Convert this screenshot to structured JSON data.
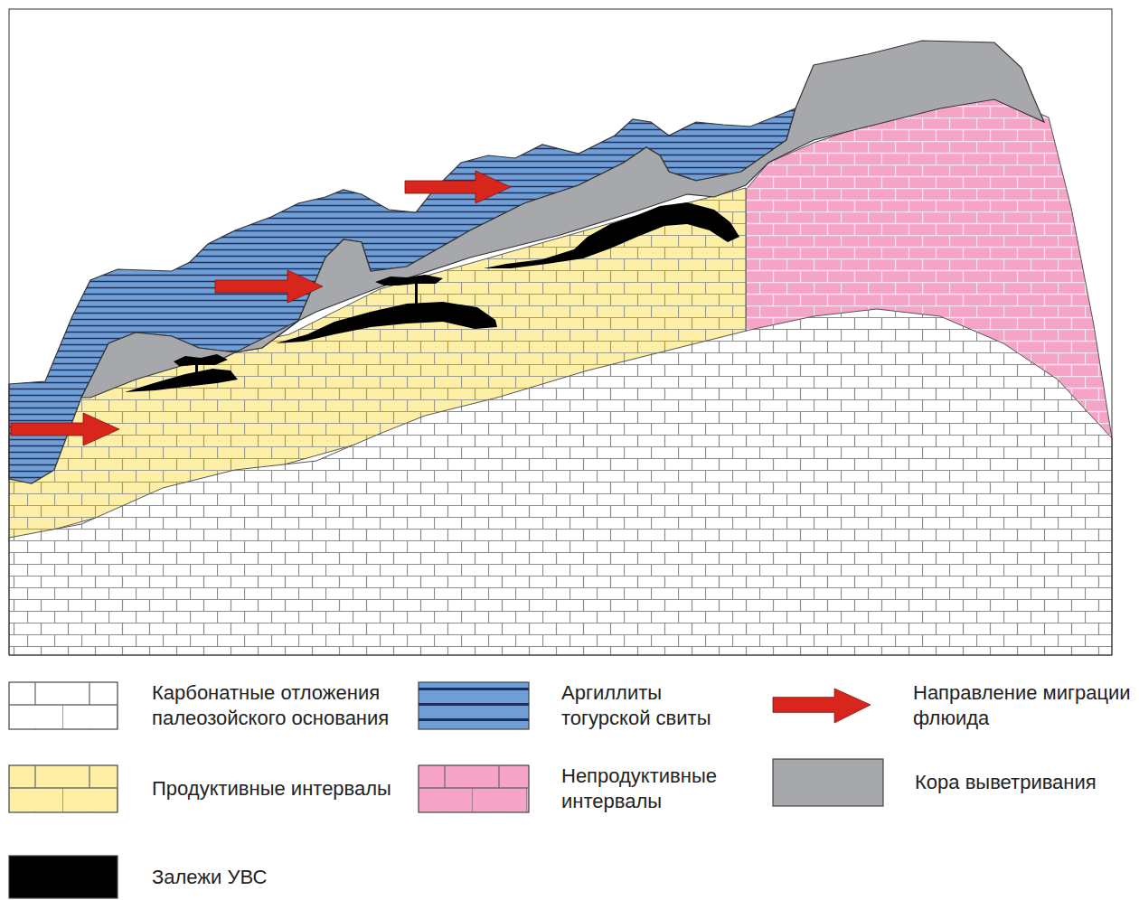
{
  "diagram": {
    "legend": [
      {
        "text": "Карбонатные отложения палеозойского основания",
        "color": "#ffffff"
      },
      {
        "text": "Аргиллиты тогурской свиты",
        "color": "#6f9fd6"
      },
      {
        "text": "Направление миграции флюида"
      },
      {
        "text": "Продуктивные интервалы",
        "color": "#fdf0a6"
      },
      {
        "text": "Непродуктивные интервалы",
        "color": "#f5a3c7"
      },
      {
        "text": "Кора выветривания",
        "color": "#a6a8ab"
      },
      {
        "text": "Залежи УВС",
        "color": "#000000"
      }
    ]
  }
}
